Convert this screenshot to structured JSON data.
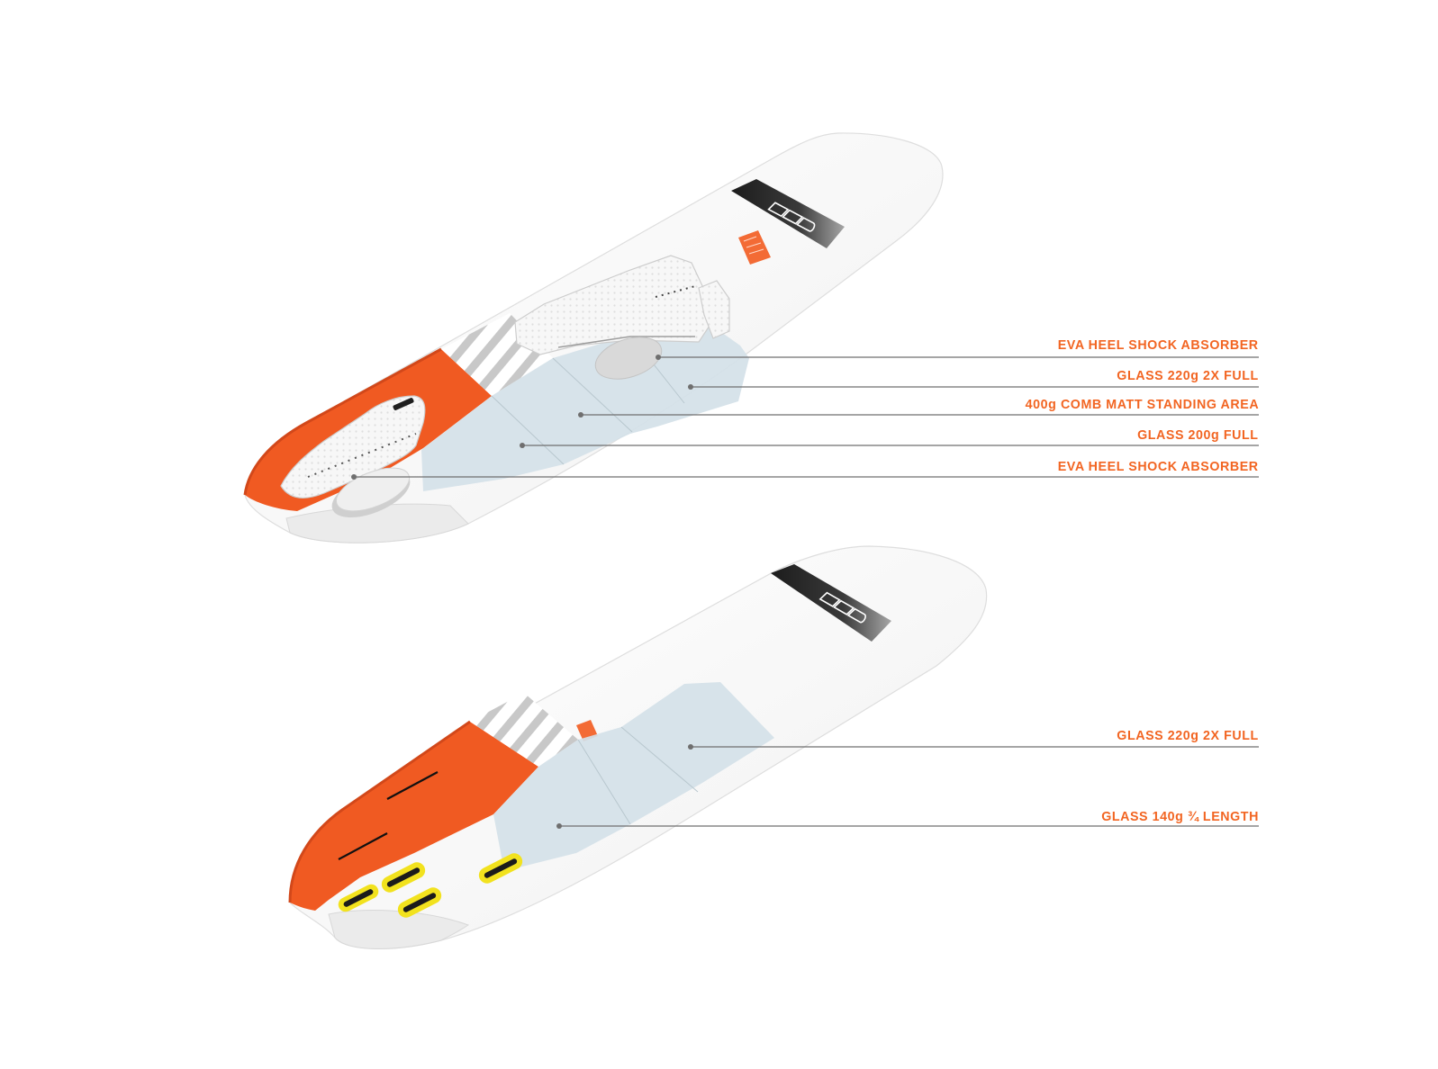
{
  "top_board": {
    "callouts": [
      {
        "label": "EVA HEEL SHOCK ABSORBER"
      },
      {
        "label": "GLASS 220g 2X FULL"
      },
      {
        "label": "400g COMB MATT STANDING AREA"
      },
      {
        "label": "GLASS 200g FULL"
      },
      {
        "label": "EVA HEEL SHOCK ABSORBER"
      }
    ]
  },
  "bottom_board": {
    "callouts": [
      {
        "label": "GLASS 220g 2X FULL"
      },
      {
        "label": "GLASS 140g ¾ LENGTH"
      }
    ]
  },
  "colors": {
    "label": "#f26522",
    "accent": "#f05a22",
    "glass": "#d4e1e8",
    "leader": "#6f6f6f"
  }
}
